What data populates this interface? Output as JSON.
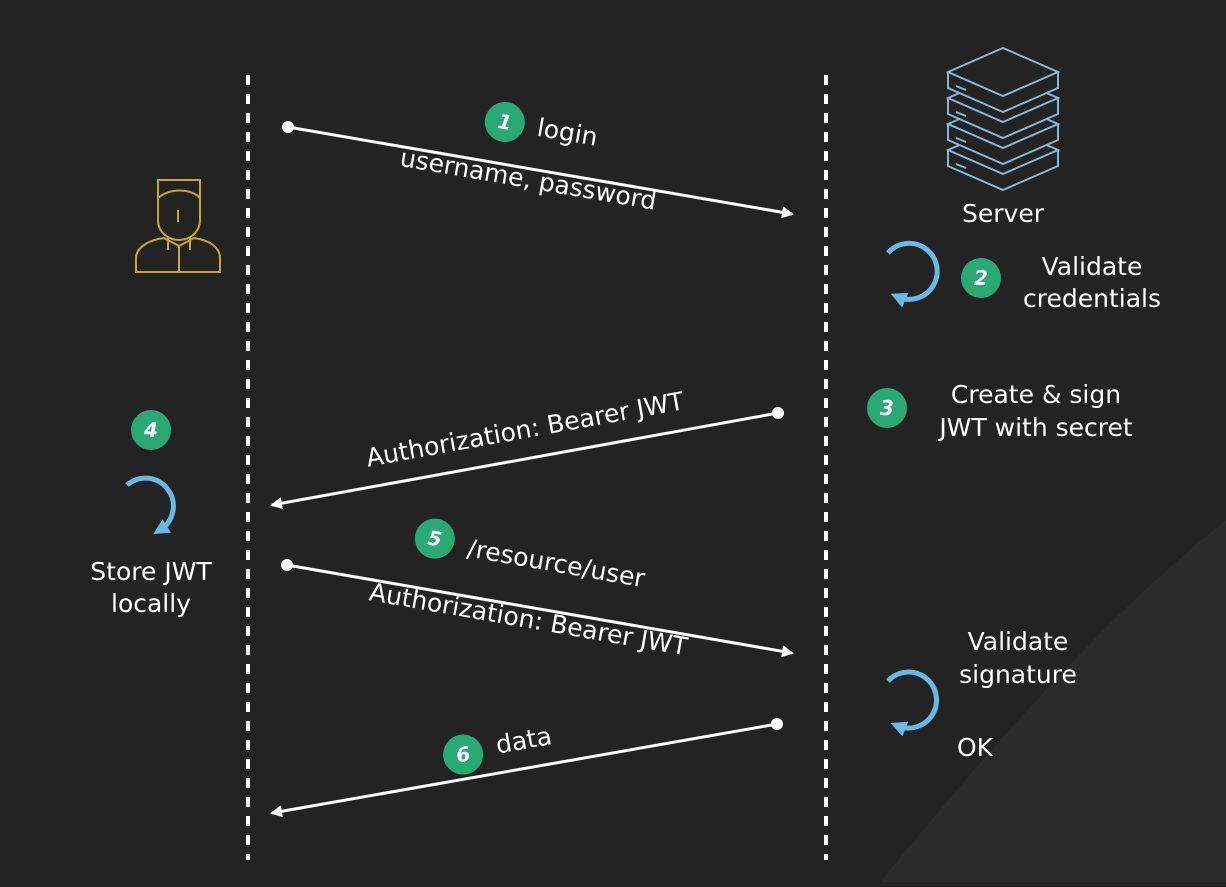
{
  "server": {
    "label": "Server"
  },
  "client": {
    "icon": "user-icon"
  },
  "steps": [
    {
      "number": "1",
      "label": "login",
      "sublabel": "username, password"
    },
    {
      "number": "2",
      "label_line1": "Validate",
      "label_line2": "credentials"
    },
    {
      "number": "3",
      "label_line1": "Create & sign",
      "label_line2": "JWT with secret"
    },
    {
      "number": "4",
      "label_line1": "Store JWT",
      "label_line2": "locally"
    },
    {
      "number": "5",
      "label": "/resource/user",
      "sublabel": "Authorization: Bearer JWT"
    },
    {
      "number": "6",
      "label": "data"
    }
  ],
  "response_header": "Authorization: Bearer JWT",
  "validate_signature": {
    "line1": "Validate",
    "line2": "signature",
    "result": "OK"
  },
  "colors": {
    "background": "#232323",
    "badge": "#2aa876",
    "cycle_arrow": "#68b9e3",
    "user_icon": "#c9a72c",
    "server_icon": "#8ab6d6",
    "lifeline": "#ffffff"
  }
}
